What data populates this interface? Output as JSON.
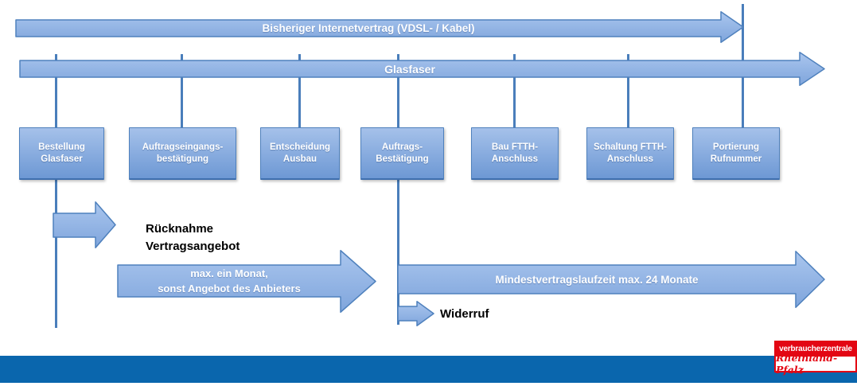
{
  "timeline": {
    "old_contract_arrow": {
      "label": "Bisheriger Internetvertrag (VDSL- / Kabel)"
    },
    "glasfaser_arrow": {
      "label": "Glasfaser"
    },
    "milestones": [
      {
        "label": "Bestellung\nGlasfaser"
      },
      {
        "label": "Auftragseingangs-\nbestätigung"
      },
      {
        "label": "Entscheidung\nAusbau"
      },
      {
        "label": "Auftrags-\nBestätigung"
      },
      {
        "label": "Bau FTTH-\nAnschluss"
      },
      {
        "label": "Schaltung FTTH-\nAnschluss"
      },
      {
        "label": "Portierung\nRufnummer"
      }
    ],
    "annotations": {
      "ruecknahme_label": "Rücknahme\nVertragsangebot",
      "monat_arrow_label": "max. ein Monat,\nsonst Angebot des Anbieters",
      "mindest_arrow_label": "Mindestvertragslaufzeit max. 24 Monate",
      "widerruf_label": "Widerruf"
    }
  },
  "footer": {
    "logo": {
      "brand": "verbraucherzentrale",
      "region": "Rheinland-Pfalz"
    }
  },
  "colors": {
    "arrow_fill_top": "#aac6ee",
    "arrow_fill_bottom": "#7fa5dc",
    "arrow_border": "#4f81bd",
    "box_fill_top": "#a5c1ea",
    "box_fill_bottom": "#6d98d4",
    "box_border": "#4f81bd",
    "line": "#4a7ebb",
    "footer_bar": "#0a66ad",
    "logo_red": "#e30613"
  }
}
